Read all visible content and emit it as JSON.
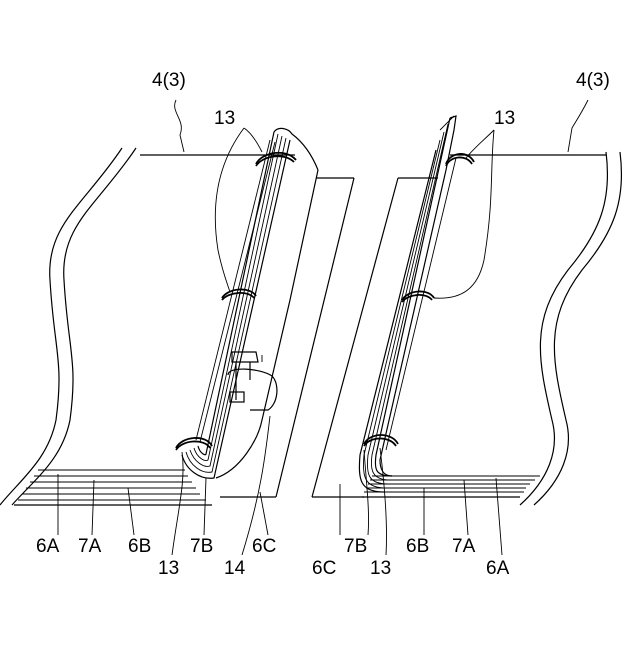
{
  "figure": {
    "labels": {
      "ref_left": "4(3)",
      "ref_right": "4(3)",
      "num13_top_left": "13",
      "num13_top_right": "13",
      "bottom_left": [
        "6A",
        "7A",
        "6B",
        "13",
        "7B",
        "14",
        "6C"
      ],
      "bottom_right": [
        "6C",
        "7B",
        "13",
        "6B",
        "7A",
        "6A"
      ]
    }
  }
}
